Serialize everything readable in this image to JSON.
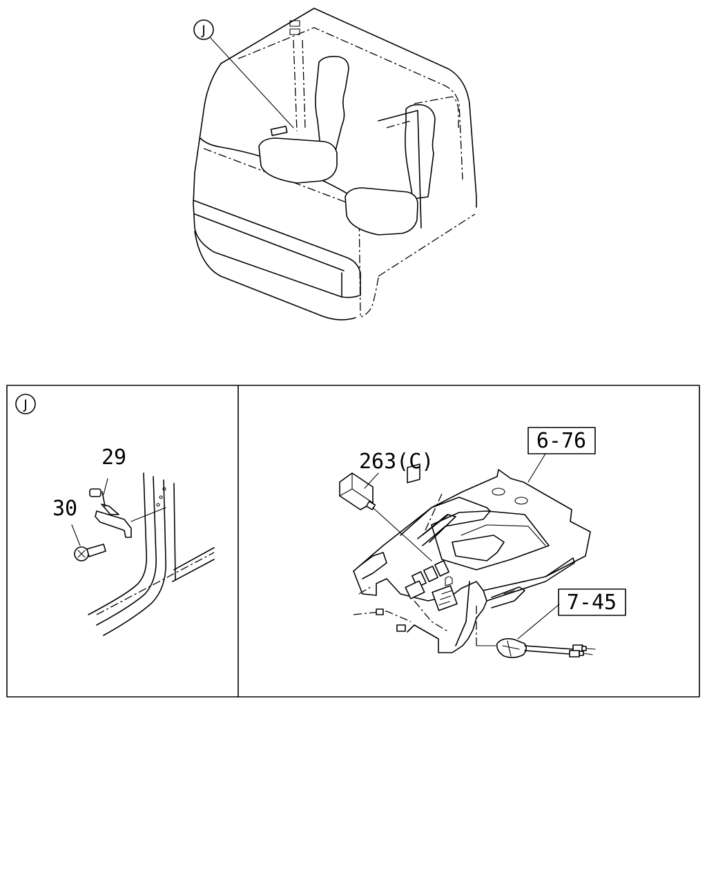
{
  "callouts": {
    "cab_callout": "J",
    "detail_callout": "J",
    "part_29": "29",
    "part_30": "30",
    "part_263": "263(C)",
    "ref_6_76": "6-76",
    "ref_7_45": "7-45"
  }
}
